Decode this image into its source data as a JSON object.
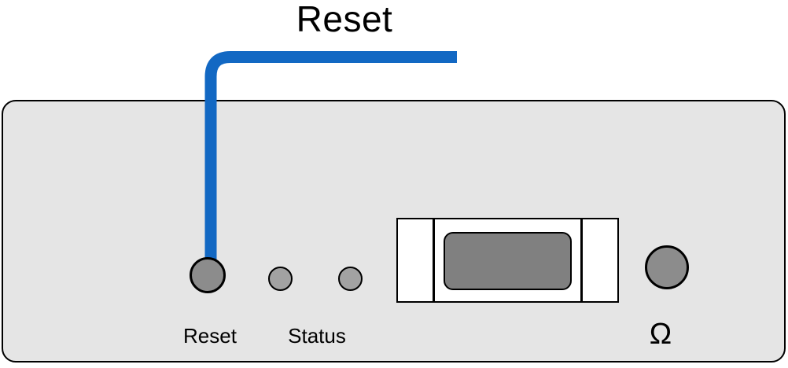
{
  "callout": {
    "label": "Reset"
  },
  "panel": {
    "reset_label": "Reset",
    "status_label": "Status",
    "impedance_label": "Ω"
  },
  "colors": {
    "callout_blue": "#1268C3",
    "panel_gray": "#E5E5E5",
    "button_gray": "#8C8C8C",
    "led_gray": "#A2A2A2",
    "plug_gray": "#808080",
    "outline": "#000000"
  }
}
